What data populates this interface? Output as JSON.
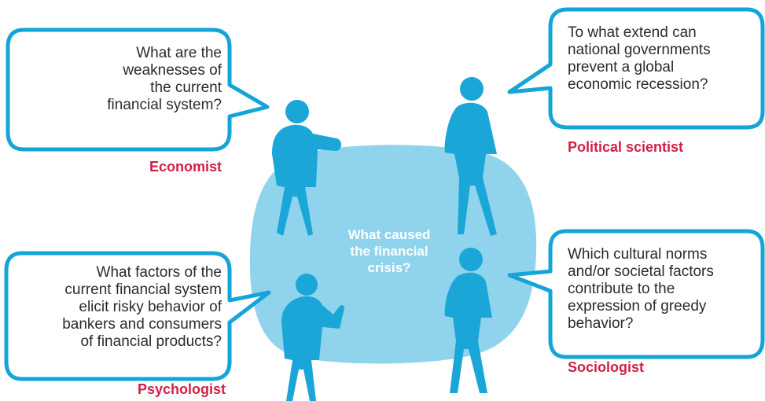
{
  "colors": {
    "accent_blue": "#1aa7d8",
    "bubble_border": "#14a5d8",
    "blob_fill": "#8fd4ec",
    "label_red": "#d21f45",
    "text": "#2b2b2b"
  },
  "center": {
    "lines": [
      "What caused",
      "the financial",
      "crisis?"
    ]
  },
  "economist": {
    "role": "Economist",
    "lines": [
      "What are the",
      "weaknesses of",
      "the current",
      "financial system?"
    ],
    "icon": "person-gesturing-icon"
  },
  "political_scientist": {
    "role": "Political scientist",
    "lines": [
      "To what extend can",
      "national governments",
      "prevent a global",
      "economic recession?"
    ],
    "icon": "person-hands-on-hips-icon"
  },
  "psychologist": {
    "role": "Psychologist",
    "lines": [
      "What factors of the",
      "current financial system",
      "elicit risky behavior of",
      "bankers and consumers",
      "of financial products?"
    ],
    "icon": "person-waving-icon"
  },
  "sociologist": {
    "role": "Sociologist",
    "lines": [
      "Which cultural norms",
      "and/or societal factors",
      "contribute to the",
      "expression of greedy",
      "behavior?"
    ],
    "icon": "person-standing-icon"
  }
}
